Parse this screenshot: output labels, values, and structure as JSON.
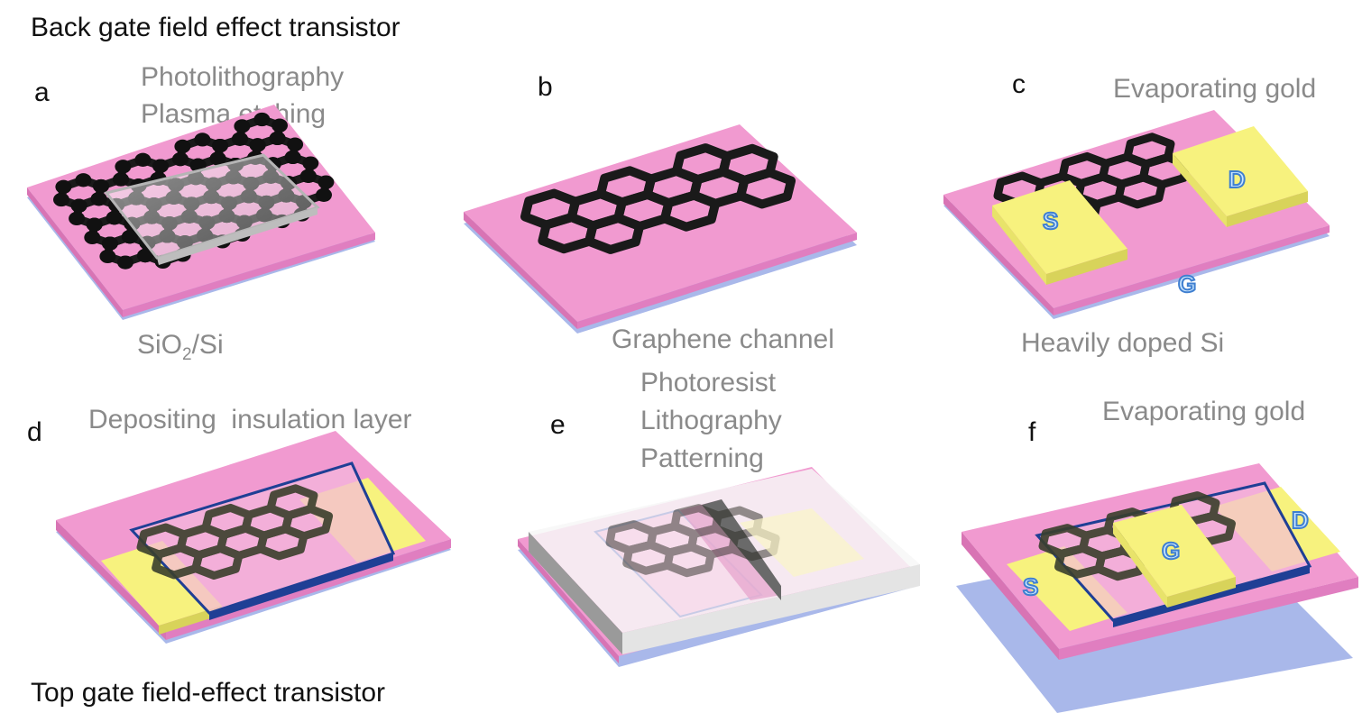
{
  "titles": {
    "back_gate": "Back gate field effect transistor",
    "top_gate": "Top gate field-effect transistor"
  },
  "panels": {
    "a": {
      "letter": "a",
      "steps": [
        "Photolithography",
        "Plasma etching"
      ],
      "caption_main": "SiO",
      "caption_sub": "2",
      "caption_tail": "/Si"
    },
    "b": {
      "letter": "b",
      "caption": "Graphene channel"
    },
    "c": {
      "letter": "c",
      "steps": [
        "Evaporating gold"
      ],
      "caption": "Heavily doped Si",
      "labels": {
        "source": "S",
        "drain": "D",
        "gate": "G"
      }
    },
    "d": {
      "letter": "d",
      "steps": [
        "Depositing  insulation layer"
      ]
    },
    "e": {
      "letter": "e",
      "steps": [
        "Photoresist",
        "Lithography",
        "Patterning"
      ]
    },
    "f": {
      "letter": "f",
      "steps": [
        "Evaporating gold"
      ],
      "labels": {
        "source": "S",
        "gate": "G",
        "drain": "D"
      }
    }
  },
  "colors": {
    "oxide": "#f19ad0",
    "oxide_side": "#d874b4",
    "silicon": "#a9b8ea",
    "gold": "#f7f27e",
    "gold_side": "#d8d35a",
    "graphene": "#1c1c1c",
    "insulator_edge": "#1f3f95",
    "photoresist": "#f4f4f4"
  }
}
